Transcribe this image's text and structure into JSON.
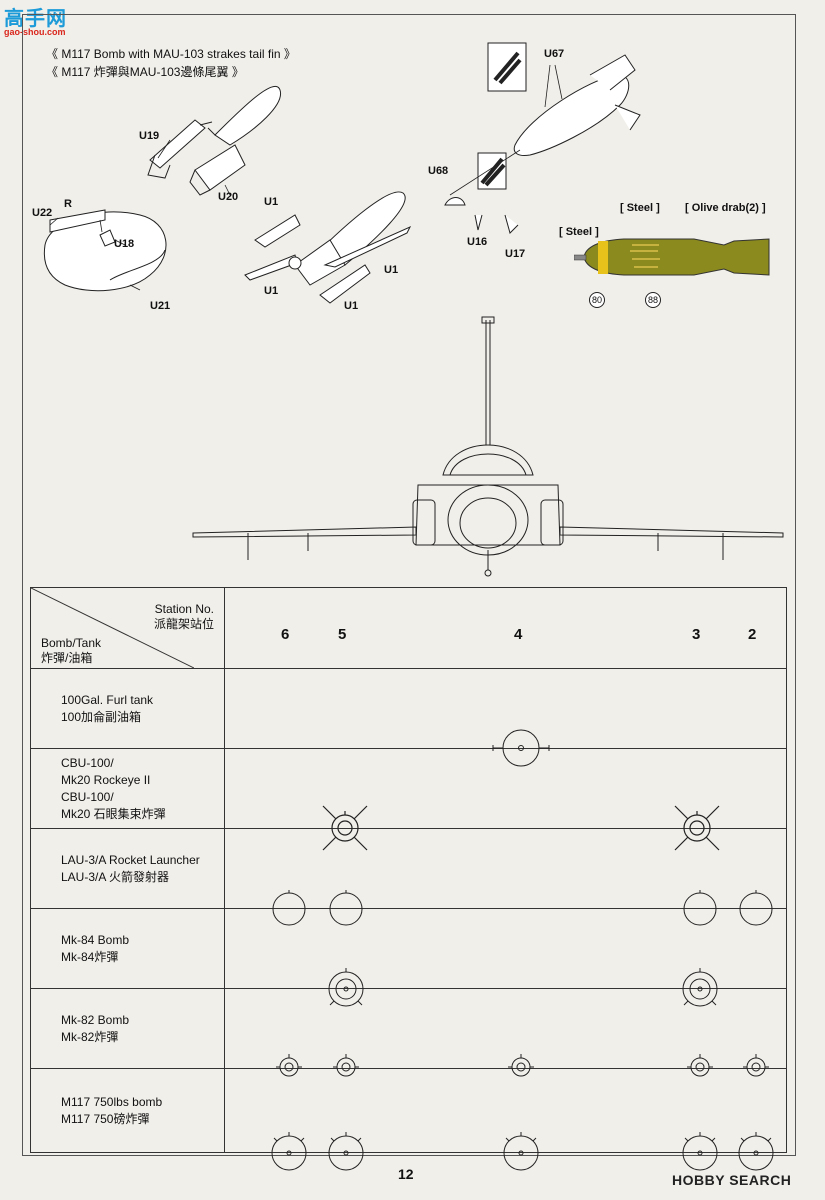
{
  "watermark": {
    "main": "高手网",
    "sub": "gao-shou.com"
  },
  "header": {
    "line1": "《  M117  Bomb  with   MAU-103  strakes  tail  fin   》",
    "line2": "《  M117  炸彈與MAU-103邊條尾翼   》"
  },
  "parts": {
    "u19": "U19",
    "u20": "U20",
    "u22": "U22",
    "r": "R",
    "u18": "U18",
    "u21": "U21",
    "u1": "U1",
    "u67": "U67",
    "u68": "U68",
    "u16": "U16",
    "u17": "U17"
  },
  "paint": {
    "steel": "[ Steel ]",
    "olive": "[ Olive drab(2) ]",
    "ref80": "80",
    "ref88": "88",
    "olive_color": "#8a8a1e",
    "band_color": "#e7c21a"
  },
  "table": {
    "station_no_en": "Station No.",
    "station_no_zh": "派龍架站位",
    "bombtank_en": "Bomb/Tank",
    "bombtank_zh": "炸彈/油箱",
    "stations": [
      "6",
      "5",
      "4",
      "3",
      "2"
    ],
    "rows": [
      {
        "en": "100Gal.  Furl  tank",
        "zh": "100加侖副油箱"
      },
      {
        "en": "CBU-100/",
        "en2": "Mk20  Rockeye  II",
        "zh": "CBU-100/",
        "zh2": "Mk20  石眼集束炸彈"
      },
      {
        "en": "LAU-3/A  Rocket  Launcher",
        "zh": "LAU-3/A  火箭發射器"
      },
      {
        "en": "Mk-84  Bomb",
        "zh": "Mk-84炸彈"
      },
      {
        "en": "Mk-82  Bomb",
        "zh": "Mk-82炸彈"
      },
      {
        "en": "M117  750lbs  bomb",
        "zh": "M117  750磅炸彈"
      }
    ]
  },
  "page_number": "12",
  "brand": "HOBBY SEARCH"
}
